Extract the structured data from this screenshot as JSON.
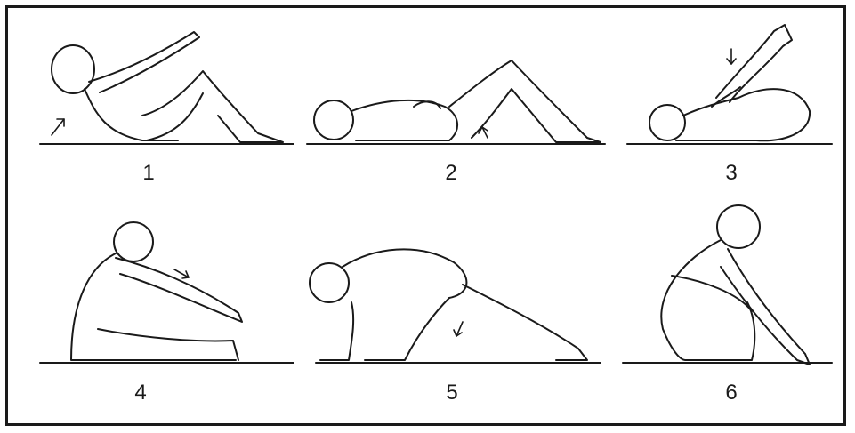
{
  "figures": [
    {
      "label": "1"
    },
    {
      "label": "2"
    },
    {
      "label": "3"
    },
    {
      "label": "4"
    },
    {
      "label": "5"
    },
    {
      "label": "6"
    }
  ],
  "colors": {
    "ink": "#1a1a1a",
    "background": "#ffffff"
  }
}
